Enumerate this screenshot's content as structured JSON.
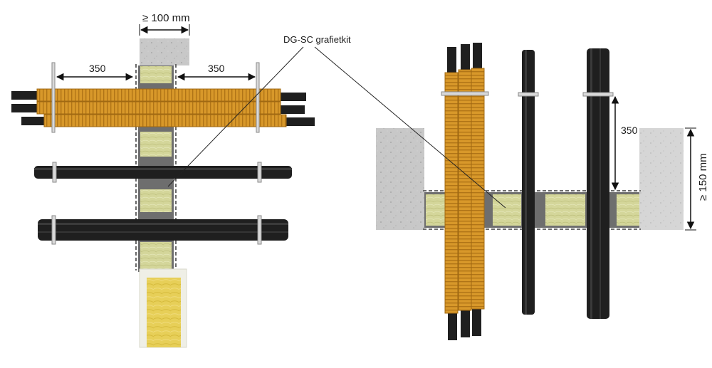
{
  "labels": {
    "wall_thickness": "≥ 100 mm",
    "product": "DG-SC grafietkit",
    "left_spacing_a": "350",
    "left_spacing_b": "350",
    "right_spacing": "350",
    "floor_thickness": "≥ 150 mm"
  },
  "colors": {
    "concrete": "#c9c9c9",
    "mineral_wool": "#d4d69a",
    "graphite_kit": "#6f6f6f",
    "cable_black": "#1f1f1f",
    "cable_orange": "#d69a2a",
    "clamp": "#d9d9d9"
  }
}
